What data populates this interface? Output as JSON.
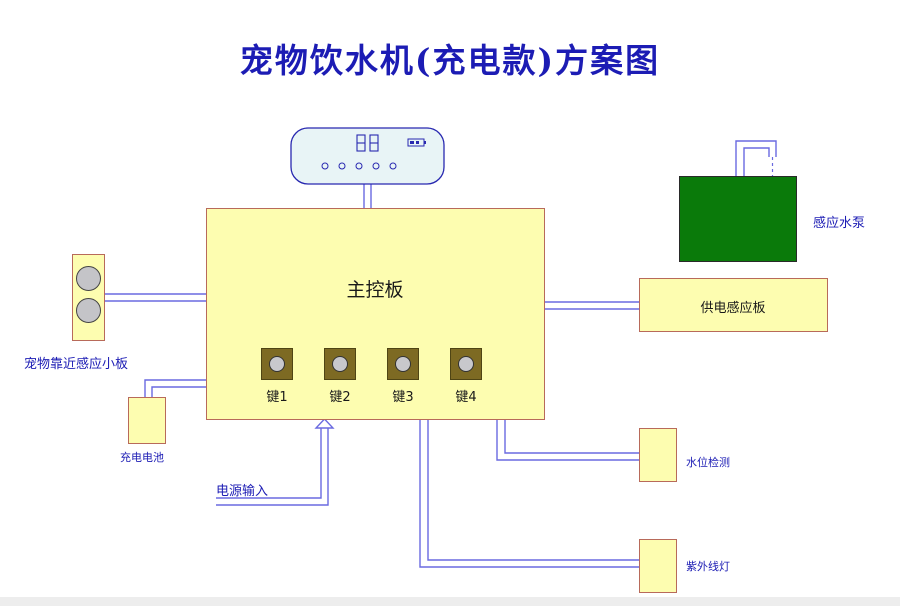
{
  "title": "宠物饮水机(充电款)方案图",
  "main_board": {
    "label": "主控板"
  },
  "keys": [
    "键1",
    "键2",
    "键3",
    "键4"
  ],
  "pet_sensor_board": {
    "label": "宠物靠近感应小板"
  },
  "battery": {
    "label": "充电电池"
  },
  "power_input": {
    "label": "电源输入"
  },
  "pump": {
    "label": "感应水泵",
    "color": "#0a7a0a"
  },
  "power_sensor_board": {
    "label": "供电感应板"
  },
  "water_level": {
    "label": "水位检测"
  },
  "uv_lamp": {
    "label": "紫外线灯"
  },
  "colors": {
    "title": "#1c1cb4",
    "wire": "#6a6ae0",
    "board_fill": "#fdfdb0",
    "board_border": "#b86a5a",
    "panel_fill": "#e8f4f6"
  }
}
